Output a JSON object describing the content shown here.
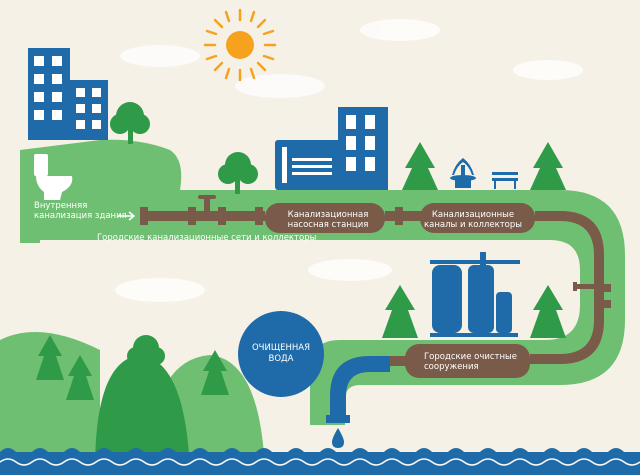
{
  "labels": {
    "indoor_sewer": "Внутренняя\nканализация здания",
    "city_sewer": "Городские канализационные сети и коллекторы",
    "pump_station": "Канализационная\nнасосная станция",
    "canals": "Канализационные\nканалы и коллекторы",
    "treatment_plant": "Городские очистные\nсооружения",
    "clean_water": "ОЧИЩЕННАЯ\nВОДА"
  },
  "colors": {
    "background": "#f6f1e7",
    "green": "#6fbf73",
    "dark_green": "#2f9a48",
    "blue": "#1f6aa8",
    "pipe": "#7a5a48",
    "sun": "#f6a21e",
    "water": "#1f6aa8"
  },
  "icons": [
    "sun-icon",
    "toilet-icon",
    "building-icon",
    "factory-icon",
    "tree-icon",
    "fountain-icon",
    "bench-icon",
    "water-drop-icon",
    "valve-icon",
    "treatment-tanks-icon"
  ]
}
